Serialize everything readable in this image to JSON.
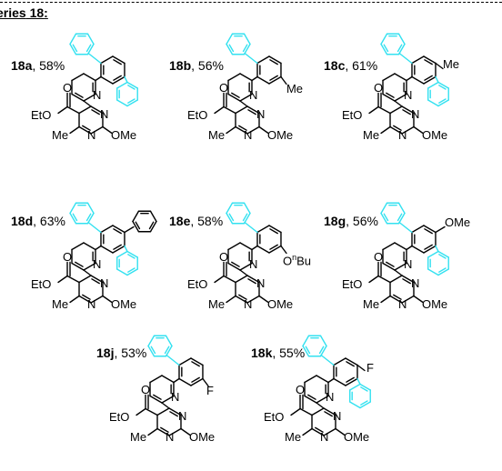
{
  "series": {
    "prefix": "eries",
    "number": "18",
    "suffix": ":"
  },
  "colors": {
    "bond": "#000000",
    "highlight": "#33e1f0"
  },
  "compounds": [
    {
      "id": "18a",
      "yield": ", 58%",
      "substituent": ""
    },
    {
      "id": "18b",
      "yield": ", 56%",
      "substituent": "Me"
    },
    {
      "id": "18c",
      "yield": ", 61%",
      "substituent": "Me"
    },
    {
      "id": "18d",
      "yield": ", 63%",
      "substituent": ""
    },
    {
      "id": "18e",
      "yield": ", 58%",
      "substituent": "O",
      "substituent_sup": "n",
      "substituent_tail": "Bu"
    },
    {
      "id": "18g",
      "yield": ", 56%",
      "substituent": "OMe"
    },
    {
      "id": "18j",
      "yield": ", 53%",
      "substituent": "F"
    },
    {
      "id": "18k",
      "yield": ", 55%",
      "substituent": "F"
    }
  ],
  "atoms": {
    "ester": "EtO",
    "n": "N",
    "methyl": "Me",
    "methoxy": "OMe",
    "carbonyl_o": "O"
  }
}
